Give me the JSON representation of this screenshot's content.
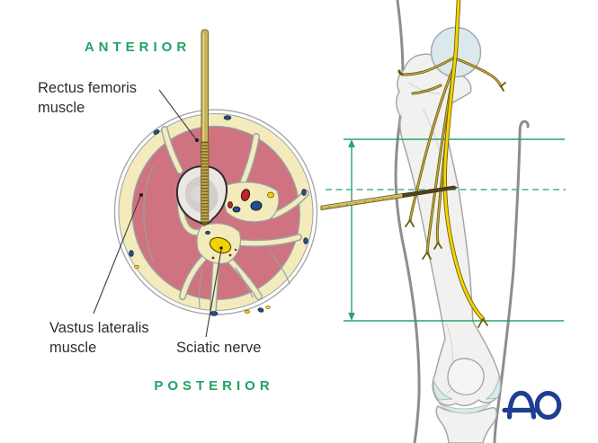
{
  "orientation": {
    "anterior": "ANTERIOR",
    "posterior": "POSTERIOR"
  },
  "annotations": {
    "rectus_femoris": {
      "line1": "Rectus femoris",
      "line2": "muscle"
    },
    "vastus_lateralis": {
      "line1": "Vastus lateralis",
      "line2": "muscle"
    },
    "sciatic_nerve": "Sciatic nerve"
  },
  "logo": {
    "text": "AO"
  },
  "colors": {
    "label_green": "#21a263",
    "measurement_green": "#2aa46a",
    "dashed_green": "#47b381",
    "muscle_pink": "#cf7380",
    "fat_cream": "#f3ebbc",
    "fascia_gray": "#98a1a5",
    "nerve_yellow": "#f2d200",
    "nerve_olive": "#8a7a2a",
    "artery_red": "#c5202a",
    "vein_blue": "#1c4f94",
    "pin_gold": "#c8b45c",
    "bone_fill": "#f1f1ef",
    "body_outline_gray": "#8d8d8d",
    "ao_blue": "#1d3e92",
    "text_color": "#2e2e2e"
  }
}
